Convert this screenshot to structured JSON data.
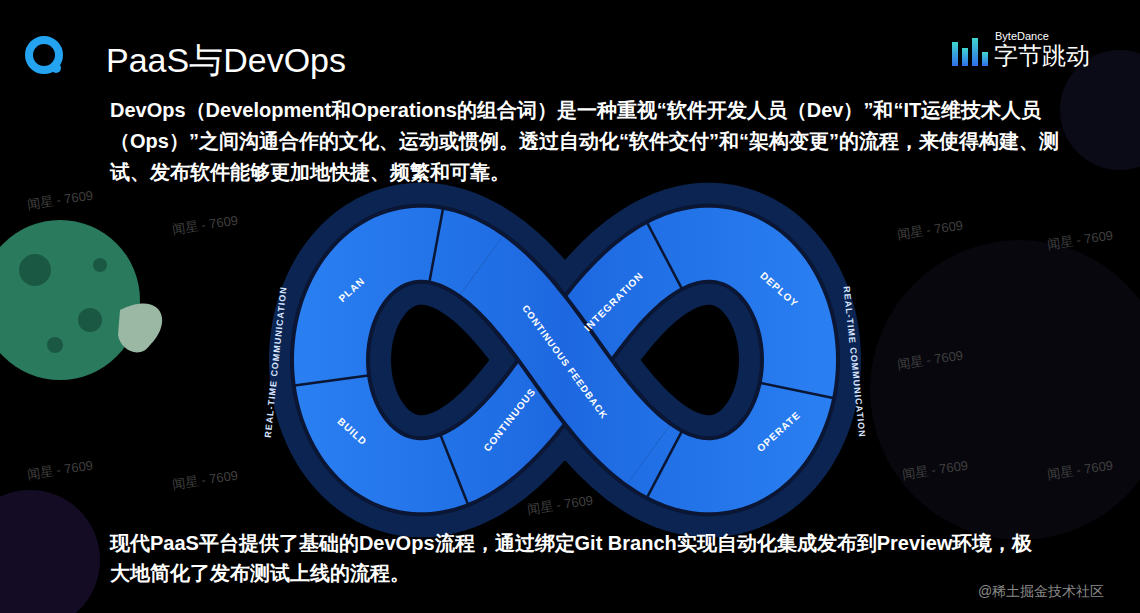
{
  "diagram": {
    "title": "PaaS与DevOps",
    "labels": [
      "ByteDance",
      "字节跳动",
      "DevOps（Development和Operations的组合词）是一种重视“软件开发人员（Dev）”和“IT运维技术人员（Ops）”之间沟通合作的文化、运动或惯例。透过自动化“软件交付”和“架构变更”的流程，来使得构建、测试、发布软件能够更加地快捷、频繁和可靠。",
      "PLAN",
      "INTEGRATION",
      "DEPLOY",
      "CONTINUOUS FEEDBACK",
      "BUILD",
      "CONTINUOUS",
      "OPERATE",
      "REAL-TIME COMMUNICATION",
      "REAL-TIME COMMUNICATION",
      "现代PaaS平台提供了基础的DevOps流程，通过绑定Git Branch实现自动化集成发布到Preview环境，极大地简化了发布测试上线的流程。",
      "闻星 - 7609",
      "闻星 - 7609",
      "闻星 - 7609",
      "闻星 - 7609",
      "闻星 - 7609",
      "闻星 - 7609",
      "闻星 - 7609",
      "闻星 - 7609",
      "闻星 - 7609",
      "闻星 - 7609",
      "@稀土掘金技术社区"
    ]
  }
}
